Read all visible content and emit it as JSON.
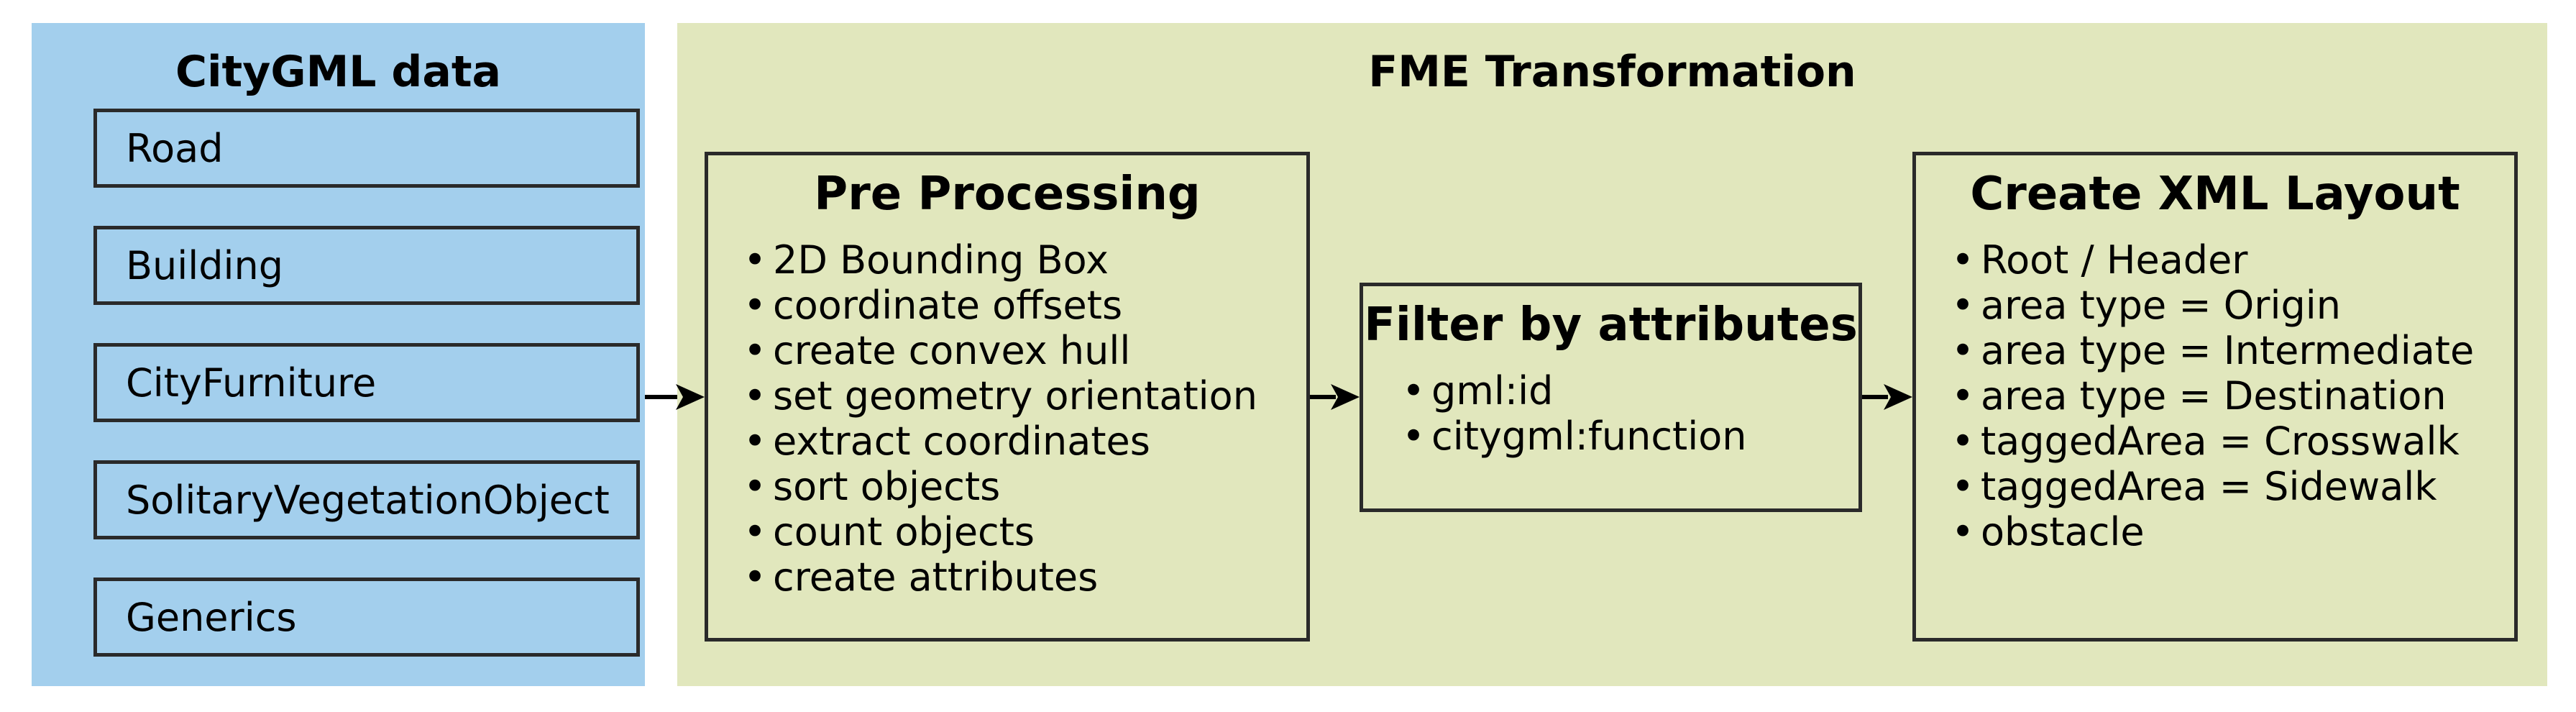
{
  "left_panel": {
    "title": "CityGML data",
    "items": [
      "Road",
      "Building",
      "CityFurniture",
      "SolitaryVegetationObject",
      "Generics"
    ]
  },
  "right_panel": {
    "title": "FME Transformation",
    "pre_processing": {
      "title": "Pre Processing",
      "items": [
        "2D Bounding Box",
        "coordinate offsets",
        "create convex hull",
        "set geometry orientation",
        "extract coordinates",
        "sort objects",
        "count objects",
        "create attributes"
      ]
    },
    "filter": {
      "title": "Filter by attributes",
      "items": [
        "gml:id",
        "citygml:function"
      ]
    },
    "xml_layout": {
      "title": "Create XML Layout",
      "items": [
        "Root / Header",
        "area type = Origin",
        "area type = Intermediate",
        "area type = Destination",
        "taggedArea = Crosswalk",
        "taggedArea = Sidewalk",
        "obstacle"
      ]
    }
  },
  "colors": {
    "left_panel_bg": "#a3cfed",
    "right_panel_bg": "#e1e7bd",
    "border": "#2a2a2a"
  }
}
